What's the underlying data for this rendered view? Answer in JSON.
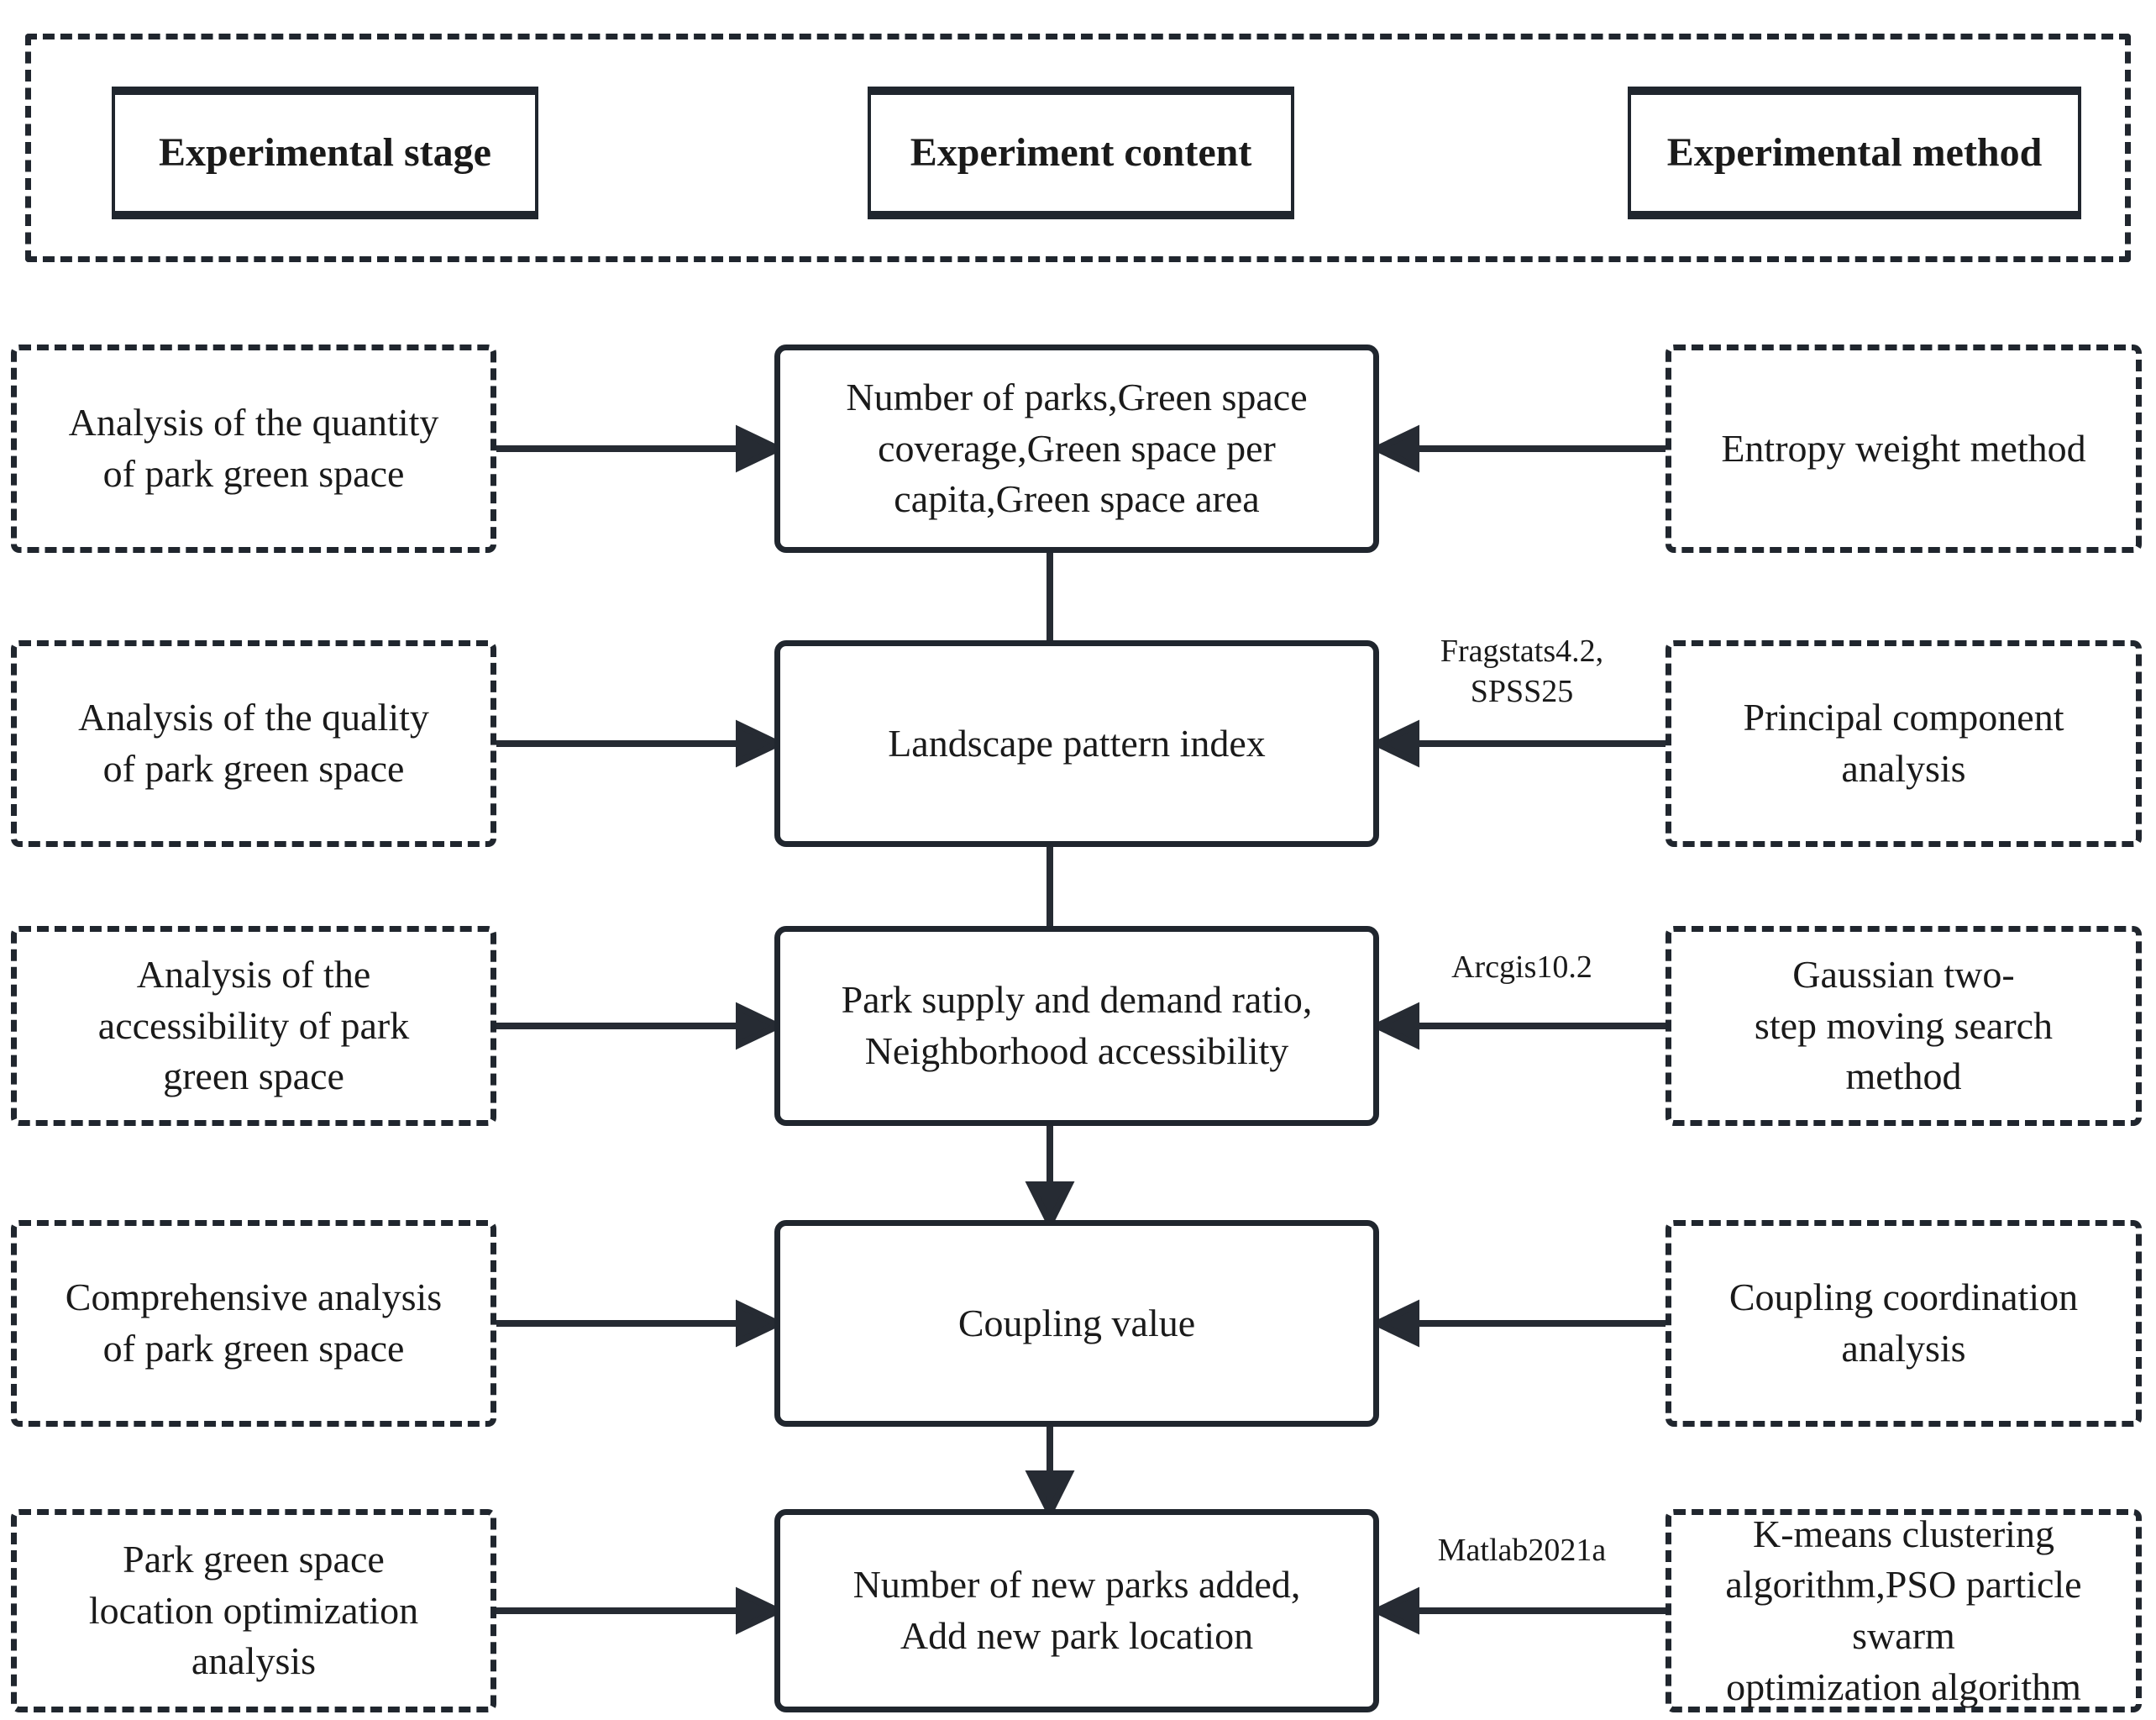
{
  "figure": {
    "header": {
      "stage": "Experimental stage",
      "content": "Experiment content",
      "method": "Experimental method"
    },
    "rows": [
      {
        "stage": "Analysis of the quantity\nof park green space",
        "content": "Number of parks,Green space\ncoverage,Green space per\ncapita,Green space area",
        "method": "Entropy weight method",
        "tool": ""
      },
      {
        "stage": "Analysis of the quality\nof park green space",
        "content": "Landscape pattern index",
        "method": "Principal component\nanalysis",
        "tool": "Fragstats4.2,\nSPSS25"
      },
      {
        "stage": "Analysis of the\naccessibility of park\ngreen space",
        "content": "Park supply and demand ratio,\nNeighborhood accessibility",
        "method": "Gaussian two-\nstep moving search\nmethod",
        "tool": "Arcgis10.2"
      },
      {
        "stage": "Comprehensive analysis\nof park green space",
        "content": "Coupling value",
        "method": "Coupling coordination\nanalysis",
        "tool": ""
      },
      {
        "stage": "Park green space\nlocation optimization\nanalysis",
        "content": "Number of new parks added,\nAdd new park location",
        "method": "K-means clustering\nalgorithm,PSO particle\nswarm\noptimization algorithm",
        "tool": "Matlab2021a"
      }
    ],
    "colors": {
      "border": "#20262e",
      "line": "#262b33",
      "text": "#1a1a1a",
      "background": "#ffffff"
    }
  }
}
